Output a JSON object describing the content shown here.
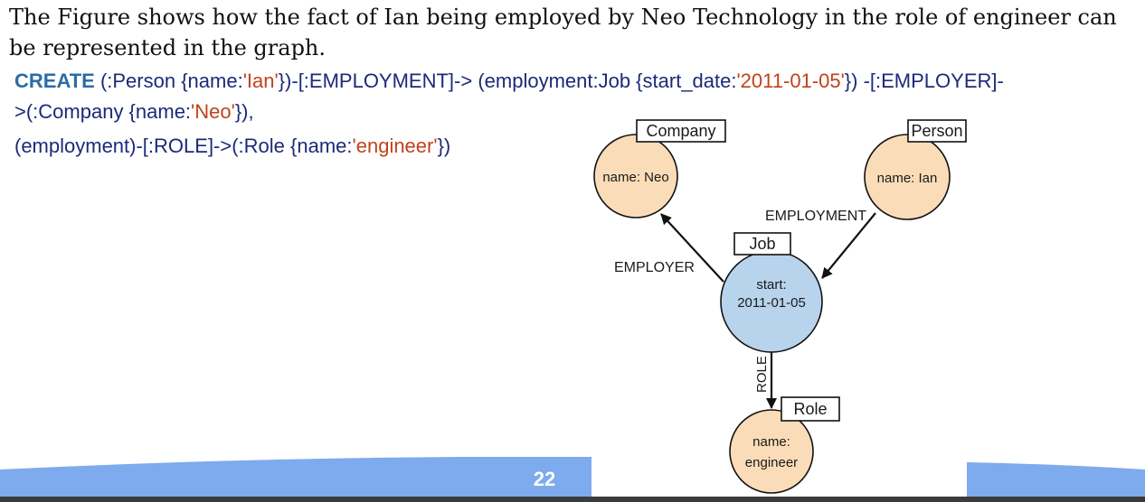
{
  "intro_text": "The Figure shows how the fact of Ian being employed by Neo Technology in the role of engineer can be represented in the graph.",
  "code": {
    "line1": [
      {
        "t": "CREATE",
        "k": "kw"
      },
      {
        "t": " (:Person {name:",
        "k": "plain"
      },
      {
        "t": "'Ian'",
        "k": "str"
      },
      {
        "t": "})-[:EMPLOYMENT]-> (employment:Job {start_date:",
        "k": "plain"
      },
      {
        "t": "'2011-01-05'",
        "k": "str"
      },
      {
        "t": "}) -[:EMPLOYER]-",
        "k": "plain"
      }
    ],
    "line2": [
      {
        "t": ">(:Company {name:",
        "k": "plain"
      },
      {
        "t": "'Neo'",
        "k": "str"
      },
      {
        "t": "}),",
        "k": "plain"
      }
    ],
    "line3": [
      {
        "t": "(employment)-[:ROLE]->(:Role {name:",
        "k": "plain"
      },
      {
        "t": "'engineer'",
        "k": "str"
      },
      {
        "t": "})",
        "k": "plain"
      }
    ]
  },
  "diagram": {
    "nodes": {
      "company": {
        "label": "Company",
        "lines": [
          "name: Neo"
        ],
        "color": "#fbdcb8"
      },
      "person": {
        "label": "Person",
        "lines": [
          "name: Ian"
        ],
        "color": "#fbdcb8"
      },
      "job": {
        "label": "Job",
        "lines": [
          "start:",
          "2011-01-05"
        ],
        "color": "#b8d3ec"
      },
      "role": {
        "label": "Role",
        "lines": [
          "name:",
          "engineer"
        ],
        "color": "#fbdcb8"
      }
    },
    "edges": {
      "employment": "EMPLOYMENT",
      "employer": "EMPLOYER",
      "role": "ROLE"
    }
  },
  "footer": {
    "page_number": "22"
  }
}
